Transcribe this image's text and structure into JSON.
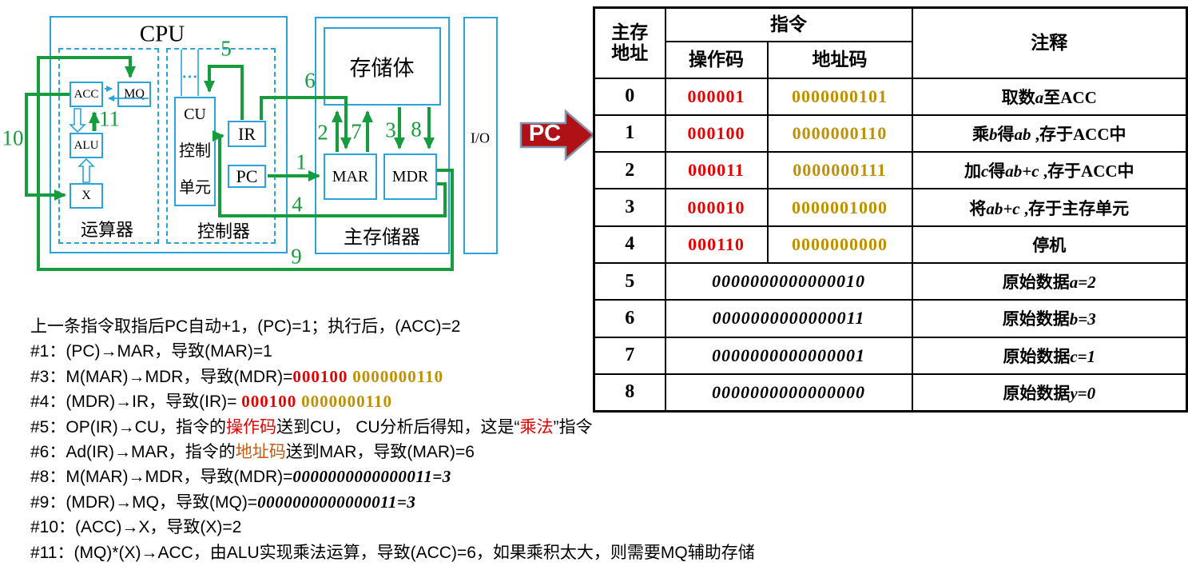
{
  "diagram": {
    "cpu_label": "CPU",
    "units": {
      "alu_unit": "运算器",
      "control_unit": "控制器",
      "main_memory": "主存储器",
      "storage_body": "存储体",
      "io": "I/O"
    },
    "registers": {
      "acc": "ACC",
      "mq": "MQ",
      "alu": "ALU",
      "x": "X",
      "ir": "IR",
      "pc": "PC",
      "mar": "MAR",
      "mdr": "MDR"
    },
    "cu_lines": [
      "CU",
      "控制",
      "单元"
    ],
    "dots": "…",
    "arrow_labels": [
      "1",
      "2",
      "3",
      "4",
      "5",
      "6",
      "7",
      "8",
      "9",
      "10",
      "11"
    ],
    "colors": {
      "box_blue": "#29A3DC",
      "wire_green": "#169B3D"
    }
  },
  "pc_pointer": {
    "label": "PC",
    "fill": "#AF1117"
  },
  "table": {
    "headers": {
      "address_l1": "主存",
      "address_l2": "地址",
      "instruction": "指令",
      "opcode": "操作码",
      "addr_code": "地址码",
      "comment": "注释"
    },
    "colors": {
      "opcode": "#E60000",
      "addr_code": "#BF9000"
    },
    "rows": [
      {
        "addr": "0",
        "opcode": "000001",
        "addr_code": "0000000101",
        "comment": [
          {
            "t": "取数"
          },
          {
            "t": "a",
            "i": 1
          },
          {
            "t": "至ACC"
          }
        ]
      },
      {
        "addr": "1",
        "opcode": "000100",
        "addr_code": "0000000110",
        "comment": [
          {
            "t": "乘"
          },
          {
            "t": "b",
            "i": 1
          },
          {
            "t": "得"
          },
          {
            "t": "ab",
            "i": 1
          },
          {
            "t": " ,存于ACC中"
          }
        ]
      },
      {
        "addr": "2",
        "opcode": "000011",
        "addr_code": "0000000111",
        "comment": [
          {
            "t": "加"
          },
          {
            "t": "c",
            "i": 1
          },
          {
            "t": "得"
          },
          {
            "t": "ab+c",
            "i": 1
          },
          {
            "t": " ,存于ACC中"
          }
        ]
      },
      {
        "addr": "3",
        "opcode": "000010",
        "addr_code": "0000001000",
        "comment": [
          {
            "t": "将"
          },
          {
            "t": "ab+c",
            "i": 1
          },
          {
            "t": " ,存于主存单元"
          }
        ]
      },
      {
        "addr": "4",
        "opcode": "000110",
        "addr_code": "0000000000",
        "comment": [
          {
            "t": "停机"
          }
        ]
      },
      {
        "addr": "5",
        "word": "0000000000000010",
        "comment": [
          {
            "t": "原始数据"
          },
          {
            "t": "a=2",
            "i": 1
          }
        ]
      },
      {
        "addr": "6",
        "word": "0000000000000011",
        "comment": [
          {
            "t": "原始数据"
          },
          {
            "t": "b=3",
            "i": 1
          }
        ]
      },
      {
        "addr": "7",
        "word": "0000000000000001",
        "comment": [
          {
            "t": "原始数据"
          },
          {
            "t": "c=1",
            "i": 1
          }
        ]
      },
      {
        "addr": "8",
        "word": "0000000000000000",
        "comment": [
          {
            "t": "原始数据"
          },
          {
            "t": "y=0",
            "i": 1
          }
        ]
      }
    ]
  },
  "notes": {
    "lines": [
      [
        {
          "t": "上一条指令取指后PC自动+1，(PC)=1；执行后，(ACC)=2"
        }
      ],
      [
        {
          "t": "#1：(PC)→MAR，导致(MAR)=1"
        }
      ],
      [
        {
          "t": "#3：M(MAR)→MDR，导致(MDR)="
        },
        {
          "t": "000100",
          "s": "redbin"
        },
        {
          "t": " "
        },
        {
          "t": "0000000110",
          "s": "goldbin"
        }
      ],
      [
        {
          "t": "#4：(MDR)→IR，导致(IR)= "
        },
        {
          "t": "000100",
          "s": "redbin"
        },
        {
          "t": " "
        },
        {
          "t": "0000000110",
          "s": "goldbin"
        }
      ],
      [
        {
          "t": "#5：OP(IR)→CU，指令的"
        },
        {
          "t": "操作码",
          "s": "red"
        },
        {
          "t": "送到CU， CU分析后得知，这是“"
        },
        {
          "t": "乘法",
          "s": "red"
        },
        {
          "t": "”指令"
        }
      ],
      [
        {
          "t": "#6：Ad(IR)→MAR，指令的"
        },
        {
          "t": "地址码",
          "s": "orange"
        },
        {
          "t": "送到MAR，导致(MAR)=6"
        }
      ],
      [
        {
          "t": "#8：M(MAR)→MDR，导致(MDR)="
        },
        {
          "t": "0000000000000011=3",
          "s": "bin"
        }
      ],
      [
        {
          "t": "#9：(MDR)→MQ，导致(MQ)="
        },
        {
          "t": "0000000000000011=3",
          "s": "bin"
        }
      ],
      [
        {
          "t": "#10：(ACC)→X，导致(X)=2"
        }
      ],
      [
        {
          "t": "#11：(MQ)*(X)→ACC，由ALU实现乘法运算，导致(ACC)=6，如果乘积太大，则需要MQ辅助存储"
        }
      ]
    ]
  }
}
